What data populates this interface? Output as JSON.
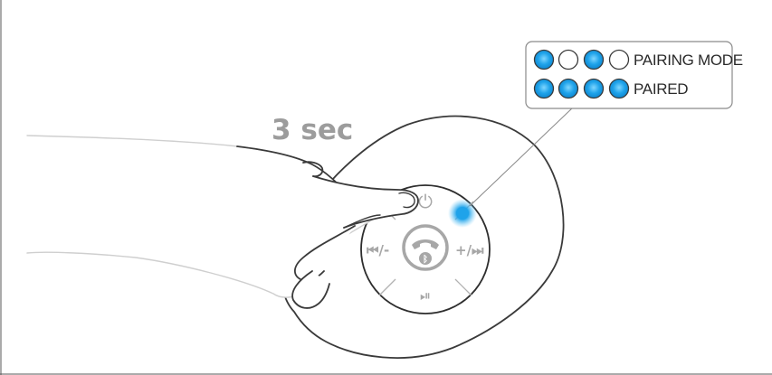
{
  "hold_duration_label": "3 sec",
  "legend": {
    "rows": [
      {
        "label": "PAIRING MODE",
        "leds": [
          "on",
          "off",
          "on",
          "off"
        ]
      },
      {
        "label": "PAIRED",
        "leds": [
          "on",
          "on",
          "on",
          "on"
        ]
      }
    ]
  },
  "buttons": {
    "power_symbol": "⏻",
    "prev_label": "⏮/-",
    "next_label": "+/⏭",
    "play_pause_label": "⏯",
    "bluetooth_symbol": "ᛒ"
  },
  "colors": {
    "led_on": "#1fa3ea",
    "led_glow": "#6cc8f5",
    "outline": "#3a3a3a",
    "button_gray": "#a7a7a7",
    "hold_text": "#9c9c9c"
  }
}
